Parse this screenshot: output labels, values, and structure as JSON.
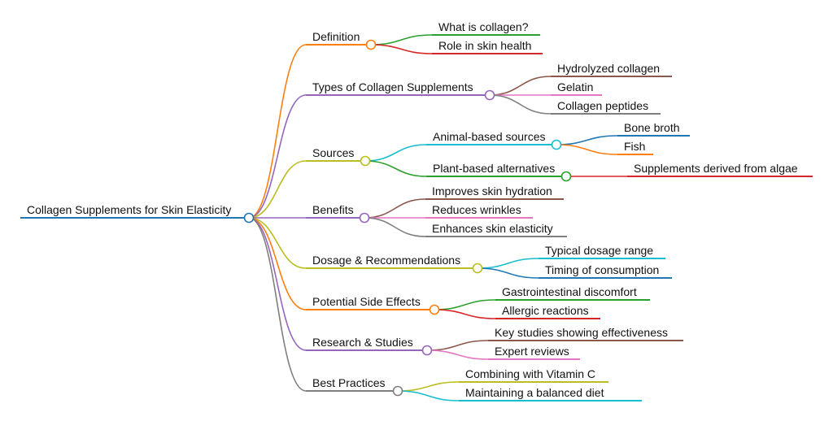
{
  "root": {
    "label": "Collagen Supplements for Skin Elasticity",
    "color": "#1f77b4"
  },
  "branches": [
    {
      "label": "Definition",
      "color": "#ff7f0e",
      "children": [
        {
          "label": "What is collagen?",
          "color": "#2ca02c"
        },
        {
          "label": "Role in skin health",
          "color": "#d62728"
        }
      ]
    },
    {
      "label": "Types of Collagen Supplements",
      "color": "#9467bd",
      "children": [
        {
          "label": "Hydrolyzed collagen",
          "color": "#8c564b"
        },
        {
          "label": "Gelatin",
          "color": "#e377c2"
        },
        {
          "label": "Collagen peptides",
          "color": "#7f7f7f"
        }
      ]
    },
    {
      "label": "Sources",
      "color": "#bcbd22",
      "children": [
        {
          "label": "Animal-based sources",
          "color": "#17becf",
          "children": [
            {
              "label": "Bone broth",
              "color": "#1f77b4"
            },
            {
              "label": "Fish",
              "color": "#ff7f0e"
            }
          ]
        },
        {
          "label": "Plant-based alternatives",
          "color": "#2ca02c",
          "children": [
            {
              "label": "Supplements derived from algae",
              "color": "#d62728"
            }
          ]
        }
      ]
    },
    {
      "label": "Benefits",
      "color": "#9467bd",
      "children": [
        {
          "label": "Improves skin hydration",
          "color": "#8c564b"
        },
        {
          "label": "Reduces wrinkles",
          "color": "#e377c2"
        },
        {
          "label": "Enhances skin elasticity",
          "color": "#7f7f7f"
        }
      ]
    },
    {
      "label": "Dosage & Recommendations",
      "color": "#bcbd22",
      "children": [
        {
          "label": "Typical dosage range",
          "color": "#17becf"
        },
        {
          "label": "Timing of consumption",
          "color": "#1f77b4"
        }
      ]
    },
    {
      "label": "Potential Side Effects",
      "color": "#ff7f0e",
      "children": [
        {
          "label": "Gastrointestinal discomfort",
          "color": "#2ca02c"
        },
        {
          "label": "Allergic reactions",
          "color": "#d62728"
        }
      ]
    },
    {
      "label": "Research & Studies",
      "color": "#9467bd",
      "children": [
        {
          "label": "Key studies showing effectiveness",
          "color": "#8c564b"
        },
        {
          "label": "Expert reviews",
          "color": "#e377c2"
        }
      ]
    },
    {
      "label": "Best Practices",
      "color": "#7f7f7f",
      "children": [
        {
          "label": "Combining with Vitamin C",
          "color": "#bcbd22"
        },
        {
          "label": "Maintaining a balanced diet",
          "color": "#17becf"
        }
      ]
    }
  ]
}
